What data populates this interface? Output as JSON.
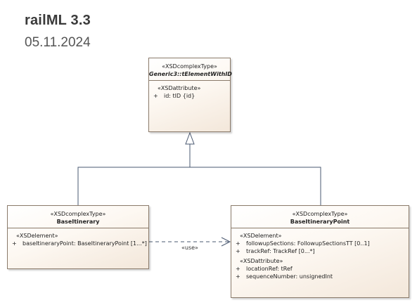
{
  "header": {
    "title": "railML 3.3",
    "date": "05.11.2024"
  },
  "classes": {
    "element_with_id": {
      "stereotype": "«XSDcomplexType»",
      "name": "Generic3::tElementWithID",
      "sections": [
        {
          "stereotype": "«XSDattribute»",
          "attributes": [
            {
              "visibility": "+",
              "text": "id: tID {id}"
            }
          ]
        }
      ]
    },
    "base_itinerary": {
      "stereotype": "«XSDcomplexType»",
      "name": "BaseItinerary",
      "sections": [
        {
          "stereotype": "«XSDelement»",
          "attributes": [
            {
              "visibility": "+",
              "text": "baseItineraryPoint: BaseItineraryPoint [1...*]"
            }
          ]
        }
      ]
    },
    "base_itinerary_point": {
      "stereotype": "«XSDcomplexType»",
      "name": "BaseItineraryPoint",
      "sections": [
        {
          "stereotype": "«XSDelement»",
          "attributes": [
            {
              "visibility": "+",
              "text": "followupSections: FollowupSectionsTT [0..1]"
            },
            {
              "visibility": "+",
              "text": "trackRef: TrackRef [0...*]"
            }
          ]
        },
        {
          "stereotype": "«XSDattribute»",
          "attributes": [
            {
              "visibility": "+",
              "text": "locationRef: tRef"
            },
            {
              "visibility": "+",
              "text": "sequenceNumber: unsignedInt"
            }
          ]
        }
      ]
    }
  },
  "relations": {
    "use_label": "«use»"
  },
  "colors": {
    "box_border": "#8a7a6a",
    "box_fill_light": "#ffffff",
    "box_fill_dark": "#f3e7da",
    "connector": "#4a5870"
  }
}
